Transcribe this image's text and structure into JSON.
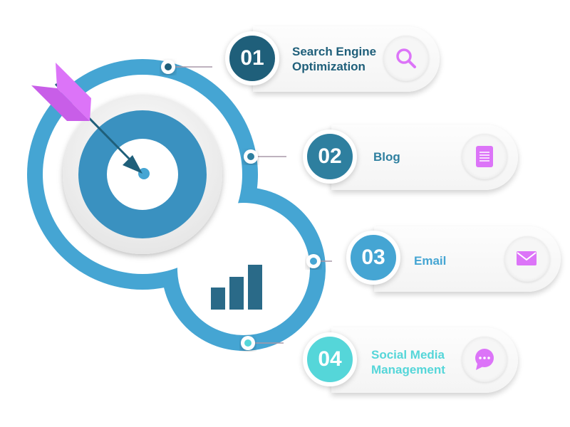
{
  "colors": {
    "ring": "#45a5d3",
    "accent": "#dc74f8"
  },
  "steps": [
    {
      "number": "01",
      "label_line1": "Search Engine",
      "label_line2": "Optimization",
      "icon": "search-icon",
      "color": "#1f5f7a"
    },
    {
      "number": "02",
      "label_line1": "Blog",
      "label_line2": "",
      "icon": "document-icon",
      "color": "#2e7f9f"
    },
    {
      "number": "03",
      "label_line1": "Email",
      "label_line2": "",
      "icon": "envelope-icon",
      "color": "#45a5d3"
    },
    {
      "number": "04",
      "label_line1": "Social Media",
      "label_line2": "Management",
      "icon": "chat-bubble-icon",
      "color": "#55d6d9"
    }
  ]
}
